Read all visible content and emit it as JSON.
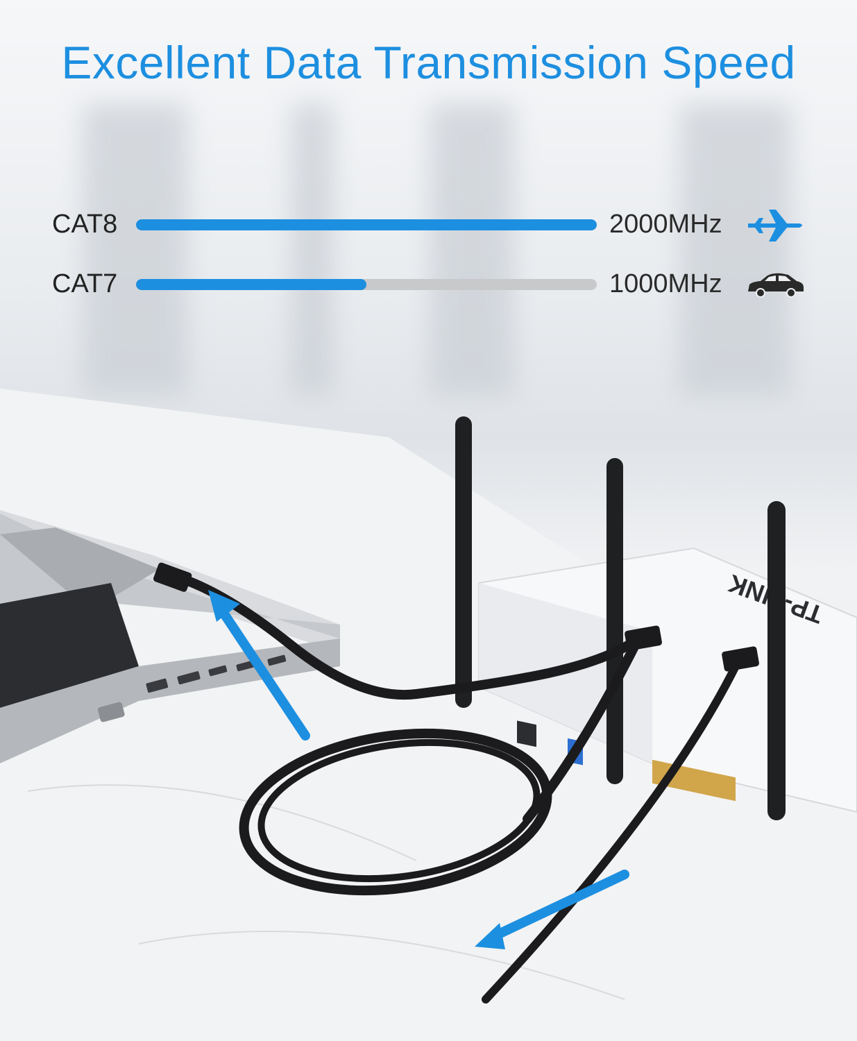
{
  "headline": "Excellent Data Transmission Speed",
  "colors": {
    "accent": "#1d8fe0",
    "track": "#c8c9cb"
  },
  "specs": [
    {
      "label": "CAT8",
      "value": "2000MHz",
      "fill_fraction": 1.0,
      "icon": "airplane-icon"
    },
    {
      "label": "CAT7",
      "value": "1000MHz",
      "fill_fraction": 0.5,
      "icon": "car-icon"
    }
  ],
  "router_brand": "TP-LINK"
}
